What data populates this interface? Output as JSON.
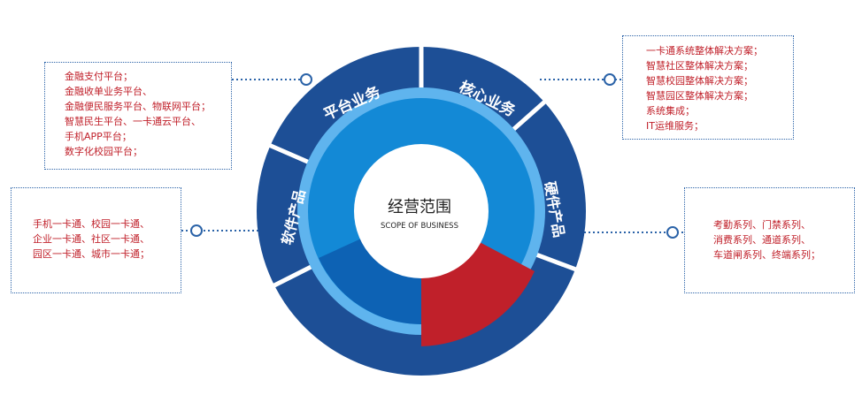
{
  "center": {
    "title": "经营范围",
    "subtitle": "SCOPE OF BUSINESS"
  },
  "segments": [
    {
      "label": "平台业务"
    },
    {
      "label": "核心业务"
    },
    {
      "label": "硬件产品"
    },
    {
      "label": "软件产品"
    }
  ],
  "boxes": {
    "platform": [
      "金融支付平台；",
      "金融收单业务平台、",
      "金融便民服务平台、物联网平台；",
      "智慧民生平台、一卡通云平台、",
      "手机APP平台；",
      "数字化校园平台；"
    ],
    "software": [
      "手机一卡通、校园一卡通、",
      "企业一卡通、社区一卡通、",
      "园区一卡通、城市一卡通；"
    ],
    "core": [
      "一卡通系统整体解决方案；",
      "智慧社区整体解决方案；",
      "智慧校园整体解决方案；",
      "智慧园区整体解决方案；",
      "系统集成；",
      "IT运维服务；"
    ],
    "hardware": [
      "考勤系列、门禁系列、",
      "消费系列、通道系列、",
      "车道闸系列、终端系列；"
    ]
  },
  "colors": {
    "ring_dark": "#1d4f96",
    "ring_light": "#5fb4ee",
    "inner_blue": "#1389d6",
    "inner_dark": "#0d62b4",
    "accent_red": "#c0202a",
    "text_red": "#c0202a"
  }
}
